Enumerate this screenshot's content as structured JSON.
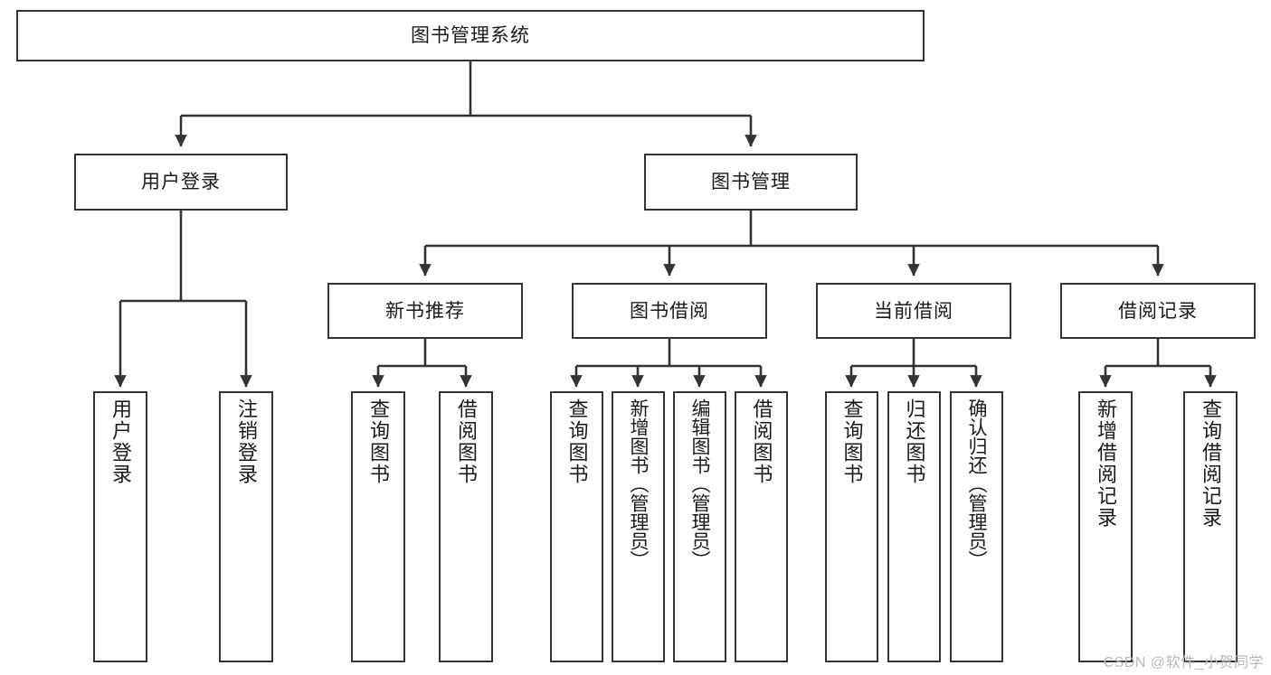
{
  "diagram": {
    "type": "tree-hierarchy",
    "title": "图书管理系统",
    "watermark": "CSDN @软件_小贺同学",
    "colors": {
      "box_border": "#333333",
      "box_fill": "#ffffff",
      "connector": "#333333",
      "text": "#1a1a1a",
      "watermark": "#b9b9b9",
      "background": "#ffffff"
    },
    "root": {
      "id": "root",
      "label": "图书管理系统",
      "level": 0
    },
    "level1": [
      {
        "id": "user-login",
        "label": "用户登录",
        "level": 1
      },
      {
        "id": "book-manage",
        "label": "图书管理",
        "level": 1
      }
    ],
    "level2": [
      {
        "id": "new-book-recommend",
        "label": "新书推荐",
        "level": 2,
        "parent": "book-manage"
      },
      {
        "id": "book-borrow",
        "label": "图书借阅",
        "level": 2,
        "parent": "book-manage"
      },
      {
        "id": "current-borrow",
        "label": "当前借阅",
        "level": 2,
        "parent": "book-manage"
      },
      {
        "id": "borrow-record",
        "label": "借阅记录",
        "level": 2,
        "parent": "book-manage"
      }
    ],
    "leaves": [
      {
        "id": "leaf-user-login",
        "label": "用户登录",
        "parent": "user-login"
      },
      {
        "id": "leaf-user-logout",
        "label": "注销登录",
        "parent": "user-login"
      },
      {
        "id": "leaf-query-book-1",
        "label": "查询图书",
        "parent": "new-book-recommend"
      },
      {
        "id": "leaf-borrow-book-1",
        "label": "借阅图书",
        "parent": "new-book-recommend"
      },
      {
        "id": "leaf-query-book-2",
        "label": "查询图书",
        "parent": "book-borrow"
      },
      {
        "id": "leaf-add-book",
        "label": "新增图书（管理员）",
        "parent": "book-borrow"
      },
      {
        "id": "leaf-edit-book",
        "label": "编辑图书（管理员）",
        "parent": "book-borrow"
      },
      {
        "id": "leaf-borrow-book-2",
        "label": "借阅图书",
        "parent": "book-borrow"
      },
      {
        "id": "leaf-query-book-3",
        "label": "查询图书",
        "parent": "current-borrow"
      },
      {
        "id": "leaf-return-book",
        "label": "归还图书",
        "parent": "current-borrow"
      },
      {
        "id": "leaf-confirm-return",
        "label": "确认归还（管理员）",
        "parent": "current-borrow"
      },
      {
        "id": "leaf-add-record",
        "label": "新增借阅记录",
        "parent": "borrow-record"
      },
      {
        "id": "leaf-query-record",
        "label": "查询借阅记录",
        "parent": "borrow-record"
      }
    ]
  }
}
